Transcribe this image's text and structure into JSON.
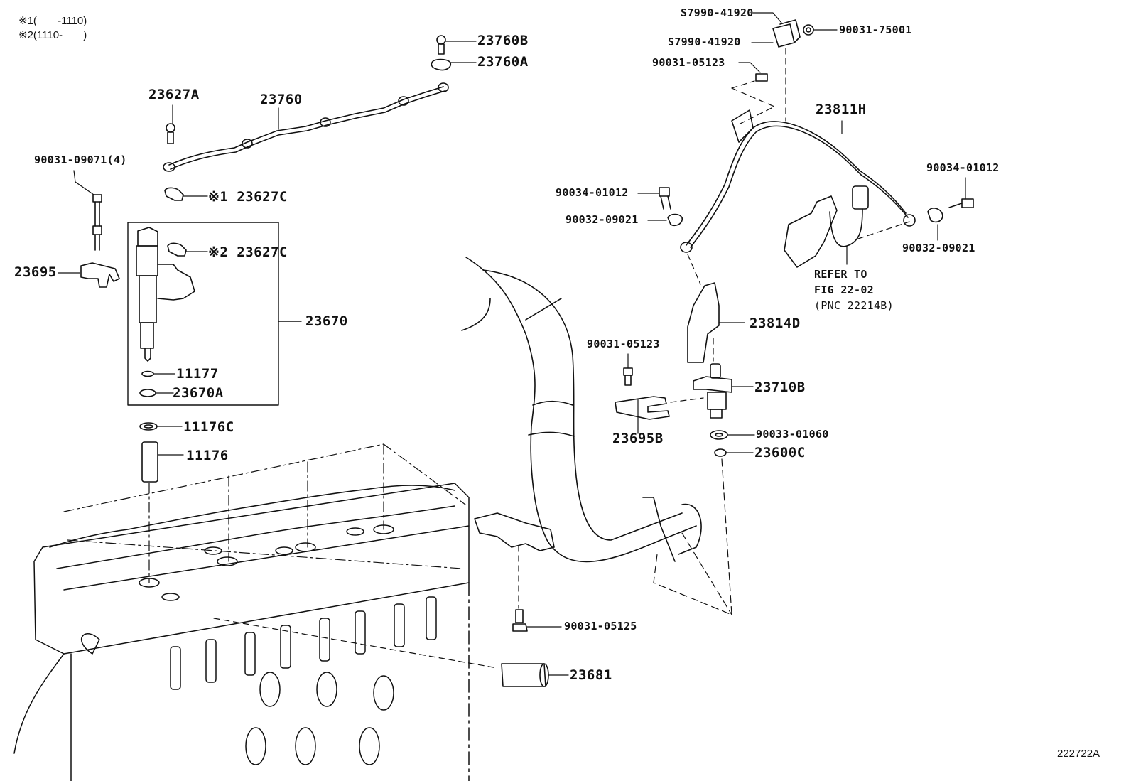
{
  "notes": [
    {
      "marker": "※1",
      "range": "(       -1110)"
    },
    {
      "marker": "※2",
      "range": "(1110-       )"
    }
  ],
  "figure_id": "222722A",
  "callouts": {
    "p23760B": "23760B",
    "p23760A": "23760A",
    "p23627A": "23627A",
    "p23760": "23760",
    "p90031_09071": "90031-09071(4)",
    "p23627C_1": "※1 23627C",
    "p23627C_2": "※2 23627C",
    "p23695": "23695",
    "p23670": "23670",
    "p11177": "11177",
    "p23670A": "23670A",
    "p11176C": "11176C",
    "p11176": "11176",
    "pS7990_a": "S7990-41920",
    "pS7990_b": "S7990-41920",
    "p90031_75001": "90031-75001",
    "p90031_05123_top": "90031-05123",
    "p23811H": "23811H",
    "p90034_01012_left": "90034-01012",
    "p90032_09021_left": "90032-09021",
    "p90034_01012_right": "90034-01012",
    "p90032_09021_right": "90032-09021",
    "refer_line1": "REFER TO",
    "refer_line2": "FIG 22-02",
    "refer_line3": "(PNC 22214B)",
    "p23814D": "23814D",
    "p90031_05123_mid": "90031-05123",
    "p23710B": "23710B",
    "p23695B": "23695B",
    "p90033_01060": "90033-01060",
    "p23600C": "23600C",
    "p90031_05125": "90031-05125",
    "p23681": "23681"
  }
}
